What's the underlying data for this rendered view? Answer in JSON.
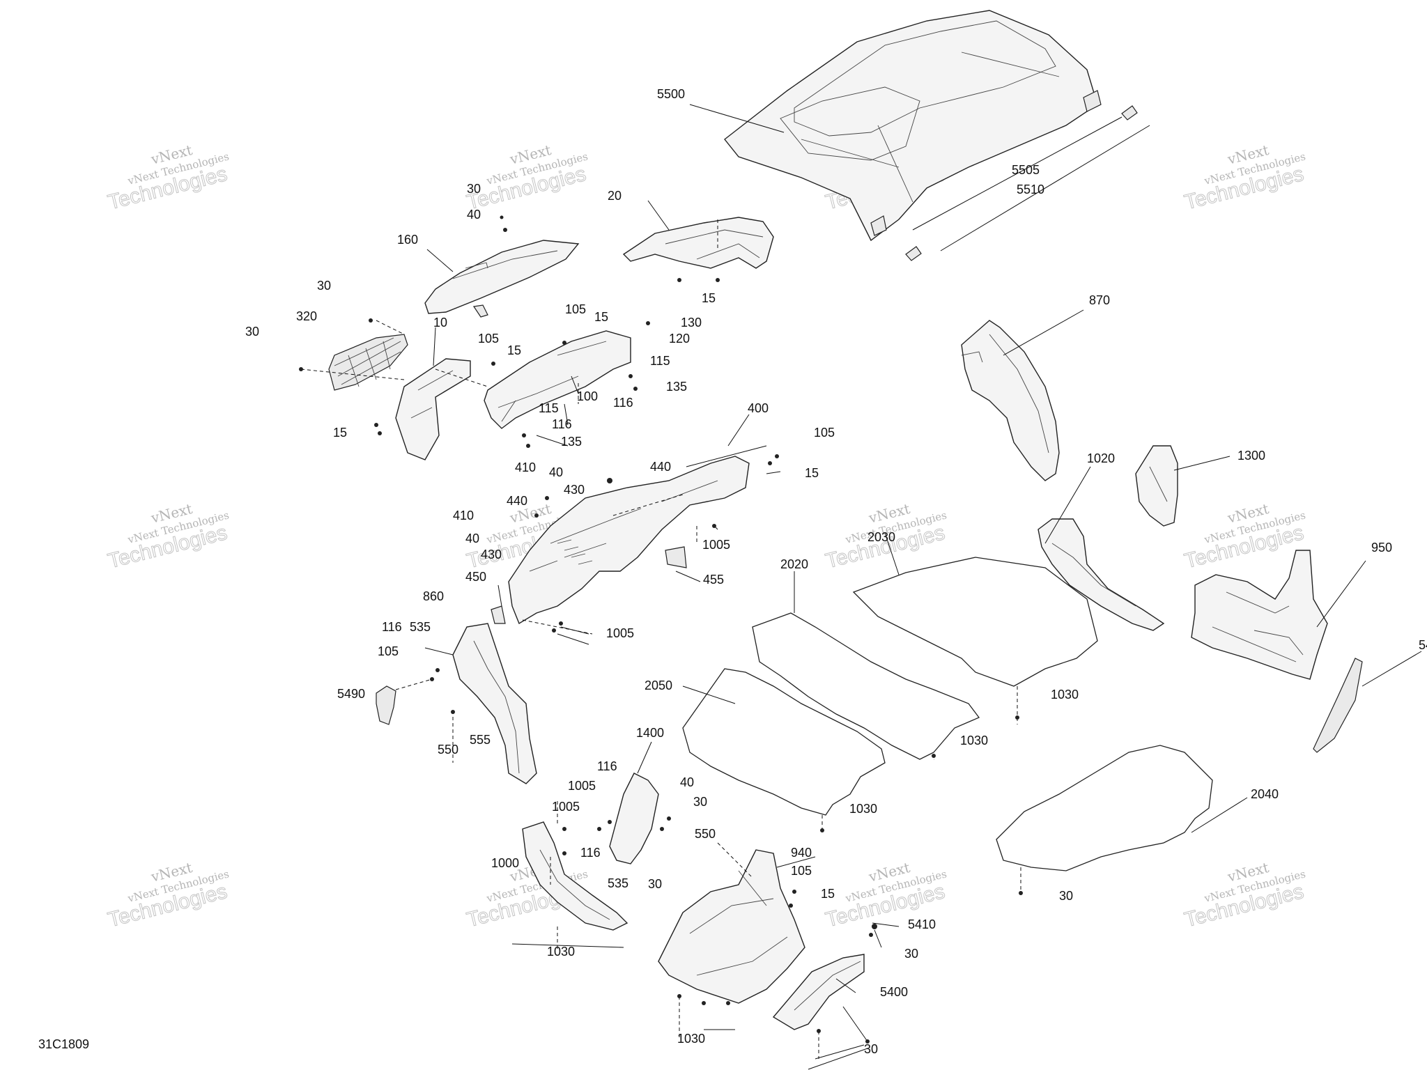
{
  "drawing": {
    "code": "31C1809",
    "watermark_line1": "vNext",
    "watermark_line2": "vNext Technologies",
    "watermark_big": "Technologies"
  },
  "callouts": [
    "5500",
    "5505",
    "5510",
    "30",
    "40",
    "160",
    "20",
    "15",
    "30",
    "320",
    "30",
    "10",
    "105",
    "15",
    "130",
    "120",
    "105",
    "15",
    "115",
    "116",
    "135",
    "100",
    "115",
    "116",
    "135",
    "15",
    "400",
    "105",
    "15",
    "440",
    "410",
    "40",
    "430",
    "440",
    "410",
    "40",
    "430",
    "1005",
    "455",
    "450",
    "1005",
    "860",
    "116",
    "535",
    "105",
    "5490",
    "550",
    "555",
    "870",
    "1020",
    "1300",
    "2030",
    "2020",
    "950",
    "54",
    "1030",
    "2050",
    "1030",
    "1030",
    "1400",
    "116",
    "1005",
    "40",
    "1005",
    "30",
    "550",
    "940",
    "116",
    "1000",
    "535",
    "30",
    "105",
    "15",
    "1030",
    "5410",
    "30",
    "5400",
    "1030",
    "30",
    "2040",
    "30"
  ]
}
